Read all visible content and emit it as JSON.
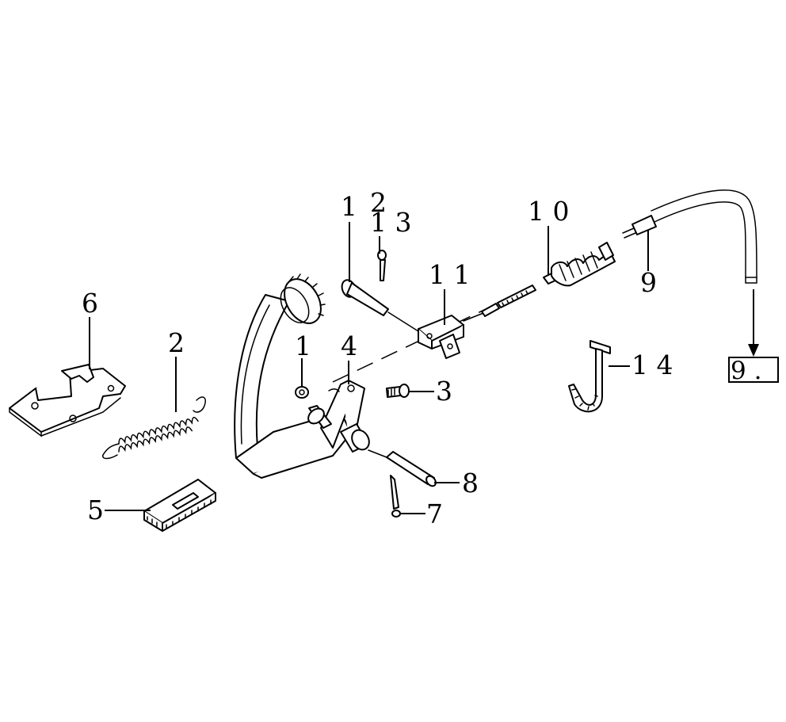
{
  "callouts": {
    "c1_pin": "1",
    "c12": "2",
    "c13": "1 3",
    "c10": "1 0",
    "c11": "1 1",
    "c9": "9",
    "c6": "6",
    "c2": "2",
    "c1_nut": "1",
    "c4": "4",
    "c3": "3",
    "c14": "1 4",
    "c5": "5",
    "c8": "8",
    "c7": "7"
  },
  "reference_box": {
    "label": "9 ."
  }
}
